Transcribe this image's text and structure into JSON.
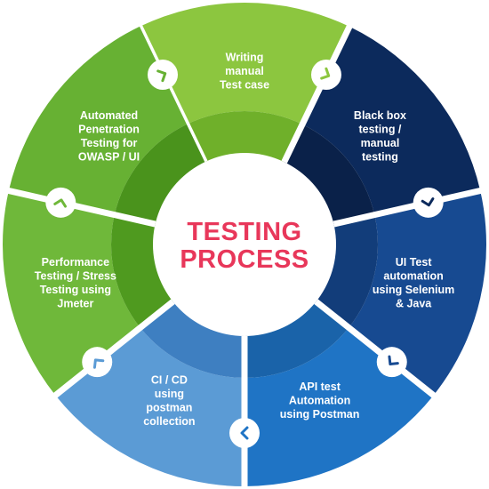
{
  "center": {
    "title_line1": "TESTING",
    "title_line2": "PROCESS",
    "title_color": "#e8375a"
  },
  "segments": [
    {
      "lines": [
        "Writing",
        "manual",
        "Test case"
      ],
      "outer_color": "#8cc63f",
      "inner_color": "#6fb02a",
      "icon": "chevron-left-badge-icon"
    },
    {
      "lines": [
        "Black box",
        "testing /",
        "manual",
        "testing"
      ],
      "outer_color": "#0c2a5c",
      "inner_color": "#0a2149",
      "icon": "chevron-down-badge-icon"
    },
    {
      "lines": [
        "UI Test",
        "automation",
        "using Selenium",
        "& Java"
      ],
      "outer_color": "#174a91",
      "inner_color": "#123d7a",
      "icon": "chevron-down-badge-icon"
    },
    {
      "lines": [
        "API test",
        "Automation",
        "using Postman"
      ],
      "outer_color": "#1f74c5",
      "inner_color": "#1a63a9",
      "icon": "chevron-left-badge-icon"
    },
    {
      "lines": [
        "CI / CD",
        "using",
        "postman",
        "collection"
      ],
      "outer_color": "#5b9bd5",
      "inner_color": "#3e7fc1",
      "icon": "chevron-up-badge-icon"
    },
    {
      "lines": [
        "Performance",
        "Testing / Stress",
        "Testing using",
        "Jmeter"
      ],
      "outer_color": "#6fb83a",
      "inner_color": "#4f9a1f",
      "icon": "chevron-up-badge-icon"
    },
    {
      "lines": [
        "Automated",
        "Penetration",
        "Testing for",
        "OWASP / UI"
      ],
      "outer_color": "#67b133",
      "inner_color": "#4a931c",
      "icon": "chevron-down-badge-icon"
    }
  ]
}
